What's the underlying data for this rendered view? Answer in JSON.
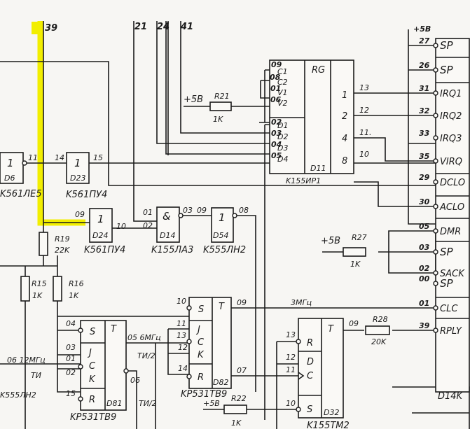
{
  "colors": {
    "highlight": "#f2ee00",
    "ink": "#1b1b1b",
    "paper": "#f7f6f3"
  },
  "bus_top": {
    "n39": "39",
    "n21": "21",
    "n24": "24",
    "n41": "41"
  },
  "d6": {
    "sym": "1",
    "ref": "D6",
    "type": "K561ЛЕ5",
    "pin_out": "11"
  },
  "d23": {
    "sym": "1",
    "ref": "D23",
    "type": "K561ПУ4",
    "pin_in": "14",
    "pin_out": "15"
  },
  "d24": {
    "sym": "1",
    "ref": "D24",
    "type": "K561ПУ4",
    "pin_in": "09",
    "pin_out": "10"
  },
  "d14": {
    "sym": "&",
    "ref": "D14",
    "type": "K155ЛА3",
    "pin_a": "01",
    "pin_b": "02",
    "pin_out": "03"
  },
  "d54": {
    "sym": "1",
    "ref": "D54",
    "type": "K555ЛН2",
    "pin_in": "09",
    "pin_out": "08"
  },
  "d11": {
    "title": "RG",
    "ref": "D11",
    "type": "K155ИР1",
    "inputs": [
      "C1",
      "C2",
      "V1",
      "V2",
      "D1",
      "D2",
      "D3",
      "D4"
    ],
    "in_pins": [
      "09",
      "08",
      "01",
      "06",
      "02",
      "03",
      "04",
      "05"
    ],
    "outputs": [
      "1",
      "2",
      "4",
      "8"
    ],
    "out_pins": [
      "13",
      "12",
      "11.",
      "10"
    ]
  },
  "resistors": {
    "r21": {
      "ref": "R21",
      "val": "1K",
      "supply": "+5В"
    },
    "r19": {
      "ref": "R19",
      "val": "22K"
    },
    "r15": {
      "ref": "R15",
      "val": "1K"
    },
    "r16": {
      "ref": "R16",
      "val": "1K"
    },
    "r27": {
      "ref": "R27",
      "val": "1K",
      "supply": "+5В"
    },
    "r28": {
      "ref": "R28",
      "val": "20K"
    },
    "r22": {
      "ref": "R22",
      "val": "1K",
      "supply": "+5В"
    }
  },
  "connector": {
    "ref": "D14K",
    "supply": "+5В",
    "pins": [
      {
        "num": "27",
        "name": "SP"
      },
      {
        "num": "26",
        "name": "SP"
      },
      {
        "num": "31",
        "name": "IRQ1"
      },
      {
        "num": "32",
        "name": "IRQ2"
      },
      {
        "num": "33",
        "name": "IRQ3"
      },
      {
        "num": "35",
        "name": "VIRQ"
      },
      {
        "num": "29",
        "name": "DCLO"
      },
      {
        "num": "30",
        "name": "ACLO"
      },
      {
        "num": "05",
        "name": "DMR"
      },
      {
        "num": "03",
        "name": "SP"
      },
      {
        "num": "02",
        "name": "SACK"
      },
      {
        "num": "00",
        "name": "SP"
      },
      {
        "num": "01",
        "name": "CLC"
      },
      {
        "num": "39",
        "name": "RPLY"
      }
    ]
  },
  "d81": {
    "ref": "D81",
    "type": "KP531TB9",
    "s": "S",
    "j": "J",
    "c": "C",
    "k": "K",
    "r": "R",
    "t": "T",
    "pins": [
      "04",
      "03",
      "01",
      "02",
      "15"
    ],
    "out": "06"
  },
  "d82": {
    "ref": "D82",
    "type": "KP531TB9",
    "s": "S",
    "j": "J",
    "c": "C",
    "k": "K",
    "r": "R",
    "t": "T",
    "pins": [
      "10",
      "11",
      "13",
      "12",
      "14"
    ],
    "out_q": "09",
    "out_n": "07"
  },
  "d32": {
    "ref": "D32",
    "type": "K155ТМ2",
    "r": "R",
    "d": "D",
    "c": "C",
    "s": "S",
    "t": "T",
    "pins": [
      "13",
      "12",
      "11",
      "10"
    ],
    "out": "09"
  },
  "nets": {
    "f3": "3МГц",
    "f6": "05 6МГц",
    "tp2a": "ТИ/2",
    "tp2b": "ТИ/2",
    "f12": "06 12МГц",
    "ti": "ТИ",
    "d81_out": "06",
    "ln2": "K555ЛН2"
  }
}
